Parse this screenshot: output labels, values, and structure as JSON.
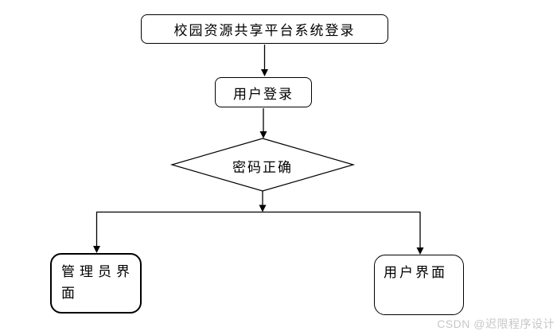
{
  "page": {
    "background": "#ffffff"
  },
  "flowchart": {
    "stroke_color": "#000000",
    "nodes": {
      "start": {
        "label": "校园资源共享平台系统登录",
        "shape": "rounded-rect"
      },
      "login": {
        "label": "用户登录",
        "shape": "rounded-rect"
      },
      "decision": {
        "label": "密码正确",
        "shape": "diamond"
      },
      "admin": {
        "label": "管理员界面",
        "shape": "rounded-rect"
      },
      "user": {
        "label": "用户界面",
        "shape": "rounded-rect"
      }
    },
    "edges": [
      {
        "from": "start",
        "to": "login"
      },
      {
        "from": "login",
        "to": "decision"
      },
      {
        "from": "decision",
        "to": "admin"
      },
      {
        "from": "decision",
        "to": "user"
      }
    ]
  },
  "watermark": {
    "text": "CSDN @迟限程序设计",
    "color": "#c7c7c7"
  }
}
